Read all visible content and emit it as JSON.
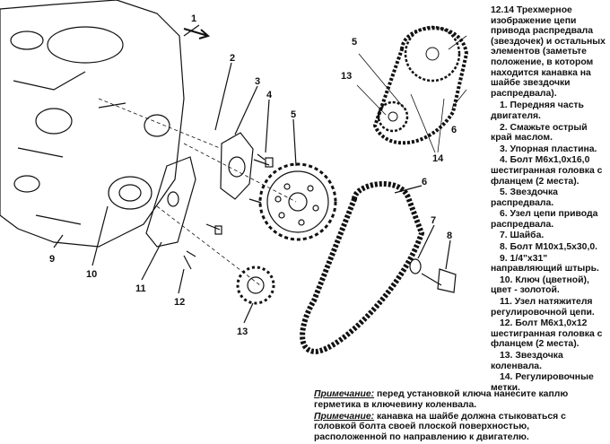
{
  "figure": {
    "callouts": [
      "1",
      "2",
      "3",
      "4",
      "5",
      "6",
      "7",
      "8",
      "9",
      "10",
      "11",
      "12",
      "13"
    ],
    "inset_callouts": [
      "5",
      "13",
      "6",
      "14"
    ]
  },
  "caption": {
    "title": "12.14 Трехмерное изображение цепи привода распредвала (звездочек) и остальных элементов (заметьте положение, в котором находится канавка на шайбе звездочки распредвала).",
    "items": [
      "1. Передняя часть двигателя.",
      "2. Смажьте острый край маслом.",
      "3. Упорная пластина.",
      "4. Болт М6х1,0х16,0 шестигранная головка с фланцем (2 места).",
      "5. Звездочка распредвала.",
      "6. Узел цепи привода распредвала.",
      "7. Шайба.",
      "8. Болт М10х1,5х30,0.",
      "9. 1/4\"х31\" направляющий штырь.",
      "10. Ключ (цветной), цвет - золотой.",
      "11. Узел натяжителя регулировочной цепи.",
      "12. Болт М6х1,0х12 шестигранная головка с фланцем (2 места).",
      "13. Звездочка коленвала.",
      "14. Регулировочные метки."
    ]
  },
  "notes": [
    {
      "label": "Примечание:",
      "text": " перед установкой ключа нанесите каплю герметика в ключевину коленвала."
    },
    {
      "label": "Примечание:",
      "text": " канавка на шайбе должна стыковаться с головкой болта своей плоской поверхностью, расположенной по направлению к двигателю."
    }
  ]
}
